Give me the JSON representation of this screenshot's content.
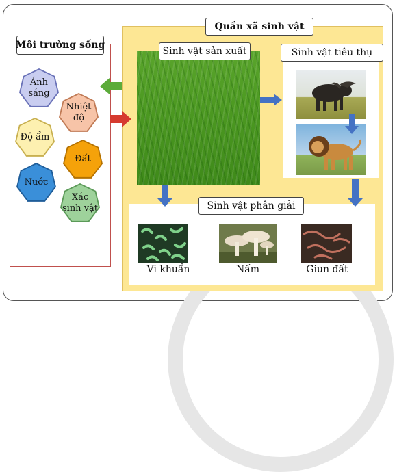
{
  "title": "Quần xã sinh vật",
  "environment": {
    "title": "Môi trường sống",
    "factors": [
      {
        "label": "Ánh\nsáng",
        "color": "#c9cdf0",
        "border": "#6a72b8"
      },
      {
        "label": "Nhiệt\nđộ",
        "color": "#f7c4a8",
        "border": "#c07a55"
      },
      {
        "label": "Độ ẩm",
        "color": "#fdf0b0",
        "border": "#c8b050"
      },
      {
        "label": "Đất",
        "color": "#f5a20a",
        "border": "#b57200"
      },
      {
        "label": "Nước",
        "color": "#3a8fd9",
        "border": "#1f5d99"
      },
      {
        "label": "Xác\nsinh vật",
        "color": "#9ed29b",
        "border": "#5b9a58"
      }
    ]
  },
  "producer": {
    "label": "Sinh vật sản xuất"
  },
  "consumer": {
    "label": "Sinh vật tiêu thụ"
  },
  "decomposer": {
    "label": "Sinh vật phân giải",
    "items": [
      {
        "caption": "Vi khuẩn"
      },
      {
        "caption": "Nấm"
      },
      {
        "caption": "Giun đất"
      }
    ]
  },
  "colors": {
    "community_bg": "#fde794",
    "arrow_blue": "#4472c4",
    "arrow_green": "#5cab3a",
    "arrow_red": "#d63a2f"
  }
}
